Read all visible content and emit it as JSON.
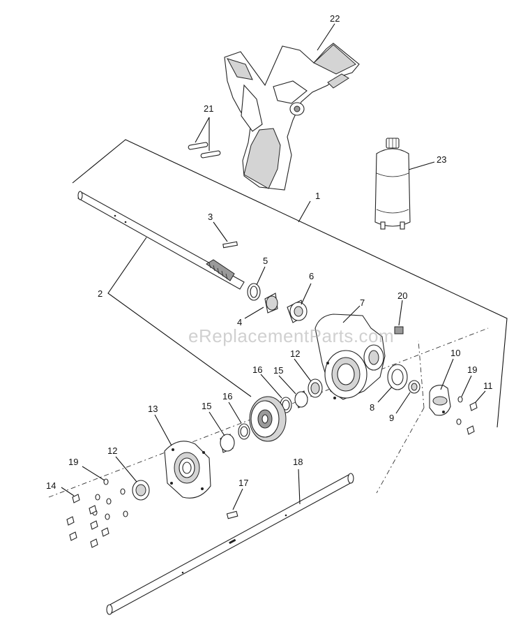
{
  "watermark": "eReplacementParts.com",
  "callouts": [
    {
      "id": "c1",
      "text": "1"
    },
    {
      "id": "c2",
      "text": "2"
    },
    {
      "id": "c3",
      "text": "3"
    },
    {
      "id": "c4",
      "text": "4"
    },
    {
      "id": "c5",
      "text": "5"
    },
    {
      "id": "c6",
      "text": "6"
    },
    {
      "id": "c7",
      "text": "7"
    },
    {
      "id": "c8",
      "text": "8"
    },
    {
      "id": "c9",
      "text": "9"
    },
    {
      "id": "c10",
      "text": "10"
    },
    {
      "id": "c11",
      "text": "11"
    },
    {
      "id": "c12a",
      "text": "12"
    },
    {
      "id": "c12b",
      "text": "12"
    },
    {
      "id": "c13",
      "text": "13"
    },
    {
      "id": "c14",
      "text": "14"
    },
    {
      "id": "c15a",
      "text": "15"
    },
    {
      "id": "c15b",
      "text": "15"
    },
    {
      "id": "c16a",
      "text": "16"
    },
    {
      "id": "c16b",
      "text": "16"
    },
    {
      "id": "c17",
      "text": "17"
    },
    {
      "id": "c18",
      "text": "18"
    },
    {
      "id": "c19a",
      "text": "19"
    },
    {
      "id": "c19b",
      "text": "19"
    },
    {
      "id": "c20",
      "text": "20"
    },
    {
      "id": "c21",
      "text": "21"
    },
    {
      "id": "c22",
      "text": "22"
    },
    {
      "id": "c23",
      "text": "23"
    }
  ]
}
